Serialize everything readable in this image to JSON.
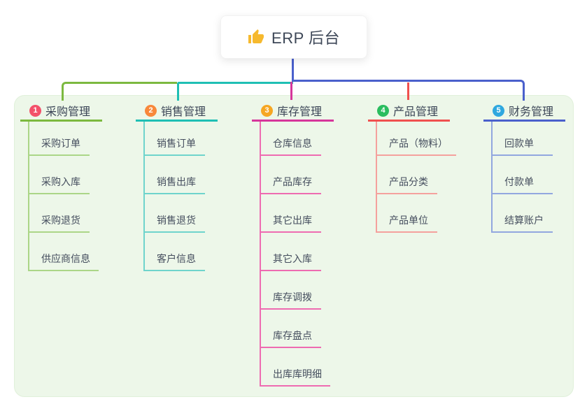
{
  "root": {
    "label": "ERP 后台",
    "icon": "thumbs-up-icon",
    "icon_color": "#f6b92e"
  },
  "canvas": {
    "background": "#edf7e9",
    "border": "#e0f0da"
  },
  "branches": [
    {
      "number": "1",
      "label": "采购管理",
      "badge_color": "#f3516a",
      "line_color": "#7cb93f",
      "light_color": "#abd687",
      "children": [
        "采购订单",
        "采购入库",
        "采购退货",
        "供应商信息"
      ]
    },
    {
      "number": "2",
      "label": "销售管理",
      "badge_color": "#f8883b",
      "line_color": "#1fbfb4",
      "light_color": "#6fd4cc",
      "children": [
        "销售订单",
        "销售出库",
        "销售退货",
        "客户信息"
      ]
    },
    {
      "number": "3",
      "label": "库存管理",
      "badge_color": "#f6a723",
      "line_color": "#d6369b",
      "light_color": "#ee6bb1",
      "children": [
        "仓库信息",
        "产品库存",
        "其它出库",
        "其它入库",
        "库存调拨",
        "库存盘点",
        "出库库明细"
      ]
    },
    {
      "number": "4",
      "label": "产品管理",
      "badge_color": "#2abd5f",
      "line_color": "#f0504f",
      "light_color": "#f5a19d",
      "children": [
        "产品（物料）",
        "产品分类",
        "产品单位"
      ]
    },
    {
      "number": "5",
      "label": "财务管理",
      "badge_color": "#2fa8df",
      "line_color": "#4a60cc",
      "light_color": "#92a7df",
      "children": [
        "回款单",
        "付款单",
        "结算账户"
      ]
    }
  ]
}
